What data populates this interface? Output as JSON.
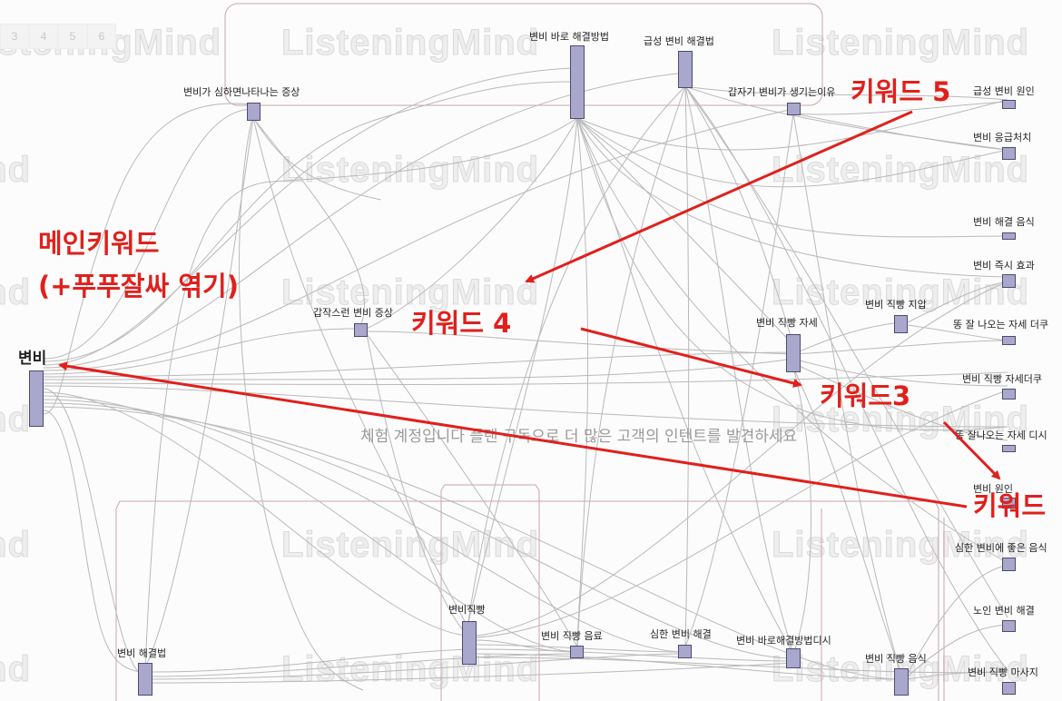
{
  "pagination": [
    "3",
    "4",
    "5",
    "6"
  ],
  "watermark": "ListeningMind",
  "banner": "체험 계정입니다 플랜 구독으로 더 많은 고객의 인텐트를 발견하세요",
  "nodes": {
    "main": "변비",
    "symptom_severe": "변비가 심하면나타나는 증상",
    "quick_fix": "변비 바로 해결방법",
    "acute_fix": "급성 변비 해결법",
    "sudden_cause": "갑자기 변비가 생기는이유",
    "acute_cause": "급성 변비 원인",
    "first_aid": "변비 응급처치",
    "food": "변비 해결 음식",
    "instant": "변비 즉시 효과",
    "sudden_symptom": "갑작스런 변비 증상",
    "posture": "변비 직빵 자세",
    "acupressure": "변비 직빵 지압",
    "posture_good": "똥 잘 나오는 자세 더쿠",
    "posture_dq": "변비 직빵 자세더쿠",
    "posture_dc": "똥 잘나오는 자세 디시",
    "cause": "변비 원인",
    "good_food": "심한 변비에 좋은 음식",
    "elderly": "노인 변비 해결",
    "massage": "변비 직빵 마사지",
    "solution": "변비 해결법",
    "jikbbang": "변비직빵",
    "drink": "변비 직빵 음료",
    "severe_fix": "심한 변비 해결",
    "quick_fix_dc": "변비 바로해결방법디시",
    "jik_food": "변비 직빵 음식"
  },
  "annotations": {
    "main_line1": "메인키워드",
    "main_line2": "(+푸푸잘싸 엮기)",
    "kw5": "키워드 5",
    "kw4": "키워드 4",
    "kw3": "키워드3",
    "kw_edge": "키워드"
  },
  "colors": {
    "annotation": "#e0201c",
    "node_fill": "#a9a7cc",
    "node_border": "#4d4a72",
    "edge": "#b9b9b9",
    "bracket": "#c9a3ab"
  }
}
